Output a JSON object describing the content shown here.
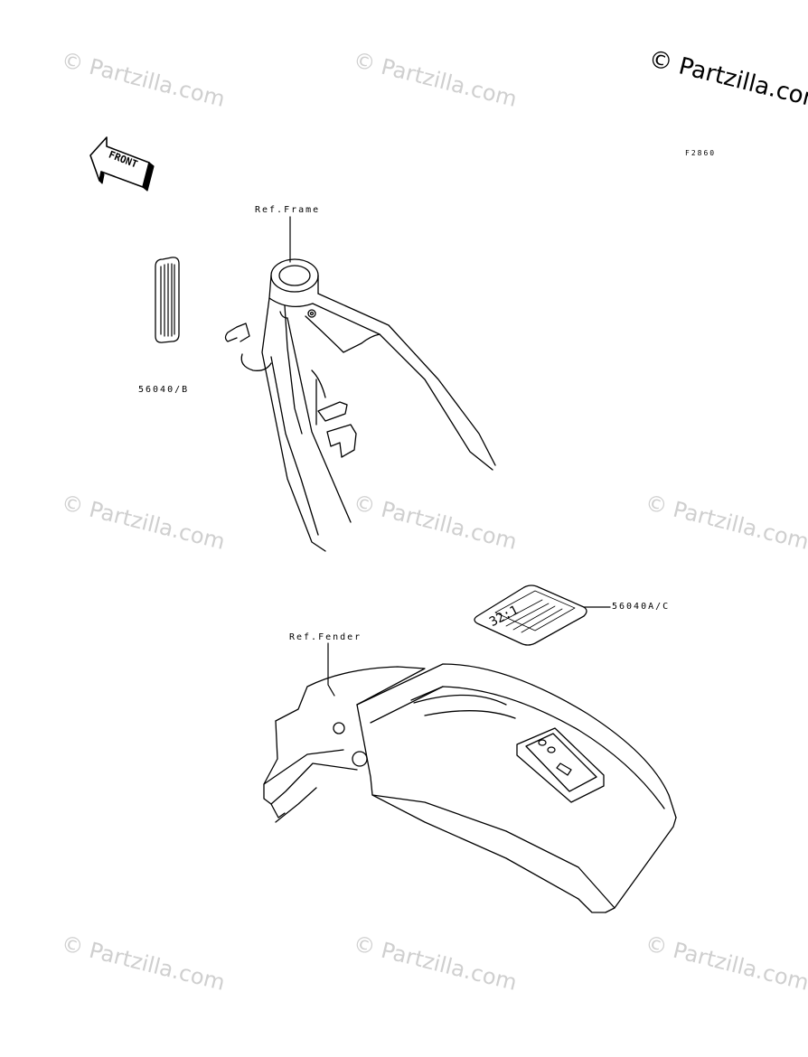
{
  "watermark": {
    "main": "© Partzilla.com",
    "faded": "© Partzilla.com"
  },
  "diagram": {
    "figure_code": "F2860",
    "front_arrow": "FRONT",
    "labels": {
      "ref_frame": "Ref.Frame",
      "part_56040b": "56040/B",
      "ref_fender": "Ref.Fender",
      "part_56040ac": "56040A/C"
    },
    "decal_text": "32:1"
  }
}
